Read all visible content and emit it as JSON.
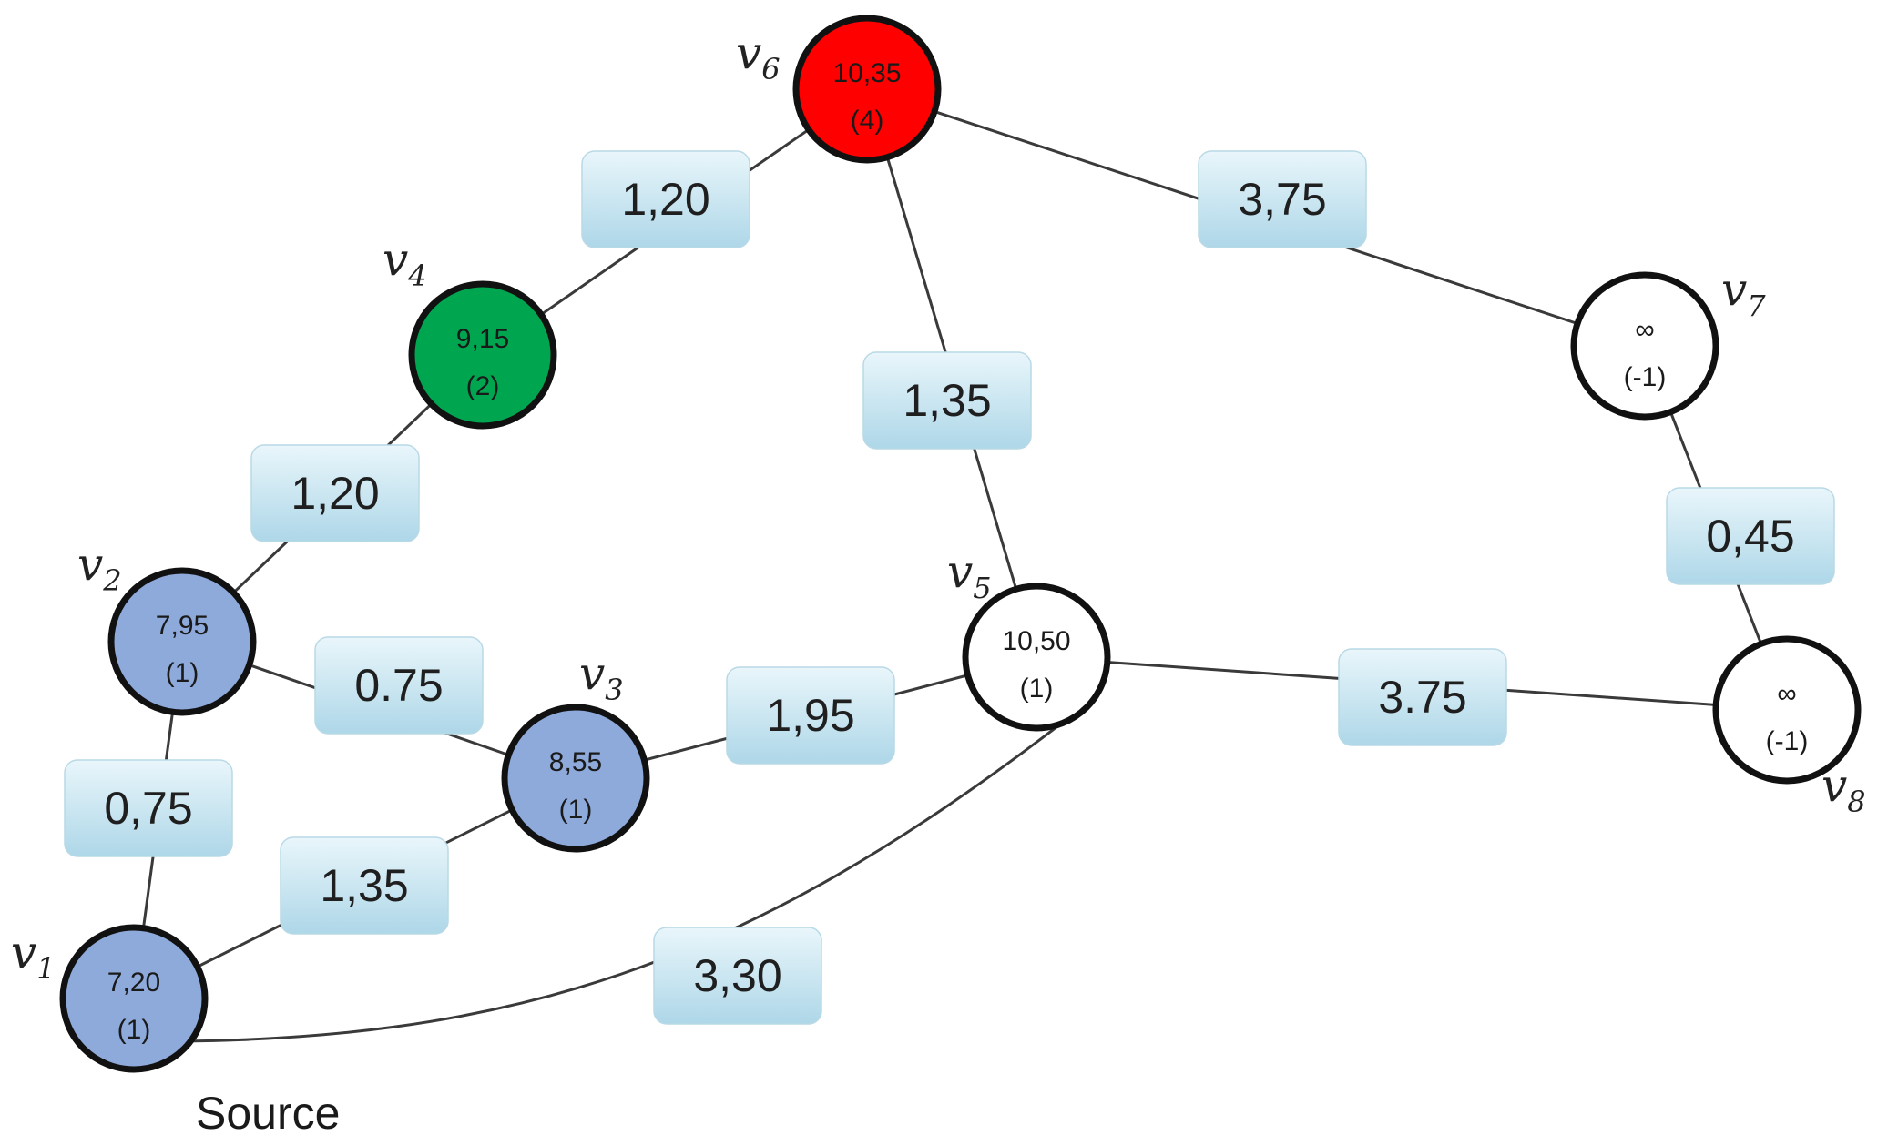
{
  "graph": {
    "source_label": "Source",
    "colors": {
      "visited": "#8eaadb",
      "current": "#00a550",
      "highlight": "#ff0000",
      "unvisited": "#ffffff",
      "weight_box_top": "#e9f6fb",
      "weight_box_bottom": "#aed7e8"
    },
    "nodes": [
      {
        "id": "v1",
        "label": "v",
        "sub": "1",
        "value": "7,20",
        "prev": "(1)",
        "state": "visited"
      },
      {
        "id": "v2",
        "label": "v",
        "sub": "2",
        "value": "7,95",
        "prev": "(1)",
        "state": "visited"
      },
      {
        "id": "v3",
        "label": "v",
        "sub": "3",
        "value": "8,55",
        "prev": "(1)",
        "state": "visited"
      },
      {
        "id": "v4",
        "label": "v",
        "sub": "4",
        "value": "9,15",
        "prev": "(2)",
        "state": "current"
      },
      {
        "id": "v5",
        "label": "v",
        "sub": "5",
        "value": "10,50",
        "prev": "(1)",
        "state": "unvisited"
      },
      {
        "id": "v6",
        "label": "v",
        "sub": "6",
        "value": "10,35",
        "prev": "(4)",
        "state": "highlight"
      },
      {
        "id": "v7",
        "label": "v",
        "sub": "7",
        "value": "∞",
        "prev": "(-1)",
        "state": "unvisited"
      },
      {
        "id": "v8",
        "label": "v",
        "sub": "8",
        "value": "∞",
        "prev": "(-1)",
        "state": "unvisited"
      }
    ],
    "edges": [
      {
        "from": "v1",
        "to": "v2",
        "weight": "0,75"
      },
      {
        "from": "v1",
        "to": "v3",
        "weight": "1,35"
      },
      {
        "from": "v1",
        "to": "v5",
        "weight": "3,30"
      },
      {
        "from": "v2",
        "to": "v3",
        "weight": "0.75"
      },
      {
        "from": "v2",
        "to": "v4",
        "weight": "1,20"
      },
      {
        "from": "v3",
        "to": "v5",
        "weight": "1,95"
      },
      {
        "from": "v4",
        "to": "v6",
        "weight": "1,20"
      },
      {
        "from": "v5",
        "to": "v6",
        "weight": "1,35"
      },
      {
        "from": "v5",
        "to": "v8",
        "weight": "3.75"
      },
      {
        "from": "v6",
        "to": "v7",
        "weight": "3,75"
      },
      {
        "from": "v7",
        "to": "v8",
        "weight": "0,45"
      }
    ]
  }
}
